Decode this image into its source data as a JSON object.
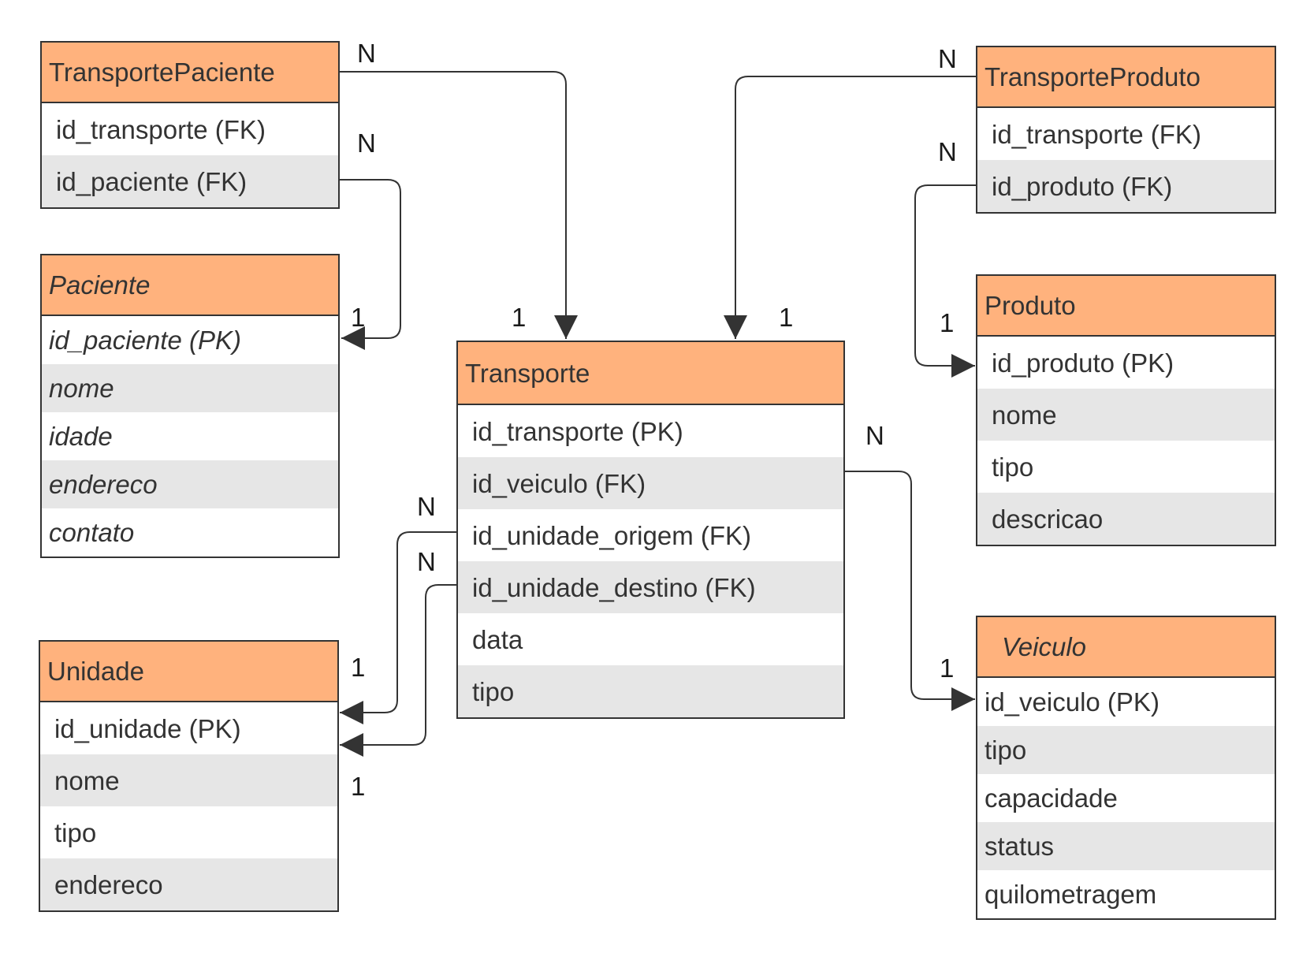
{
  "entities": {
    "transporte_paciente": {
      "name": "TransportePaciente",
      "fields": [
        "id_transporte (FK)",
        "id_paciente (FK)"
      ]
    },
    "paciente": {
      "name": "Paciente",
      "fields": [
        "id_paciente (PK)",
        "nome",
        "idade",
        "endereco",
        "contato"
      ]
    },
    "unidade": {
      "name": "Unidade",
      "fields": [
        "id_unidade (PK)",
        "nome",
        "tipo",
        "endereco"
      ]
    },
    "transporte": {
      "name": "Transporte",
      "fields": [
        "id_transporte (PK)",
        "id_veiculo (FK)",
        "id_unidade_origem (FK)",
        "id_unidade_destino (FK)",
        "data",
        "tipo"
      ]
    },
    "transporte_produto": {
      "name": "TransporteProduto",
      "fields": [
        "id_transporte (FK)",
        "id_produto (FK)"
      ]
    },
    "produto": {
      "name": "Produto",
      "fields": [
        "id_produto (PK)",
        "nome",
        "tipo",
        "descricao"
      ]
    },
    "veiculo": {
      "name": "Veiculo",
      "fields": [
        "id_veiculo (PK)",
        "tipo",
        "capacidade",
        "status",
        "quilometragem"
      ]
    }
  },
  "relationships": [
    {
      "from": "TransportePaciente.id_transporte",
      "to": "Transporte",
      "from_card": "N",
      "to_card": "1"
    },
    {
      "from": "TransportePaciente.id_paciente",
      "to": "Paciente",
      "from_card": "N",
      "to_card": "1"
    },
    {
      "from": "TransporteProduto.id_transporte",
      "to": "Transporte",
      "from_card": "N",
      "to_card": "1"
    },
    {
      "from": "TransporteProduto.id_produto",
      "to": "Produto",
      "from_card": "N",
      "to_card": "1"
    },
    {
      "from": "Transporte.id_veiculo",
      "to": "Veiculo",
      "from_card": "N",
      "to_card": "1"
    },
    {
      "from": "Transporte.id_unidade_origem",
      "to": "Unidade",
      "from_card": "N",
      "to_card": "1"
    },
    {
      "from": "Transporte.id_unidade_destino",
      "to": "Unidade",
      "from_card": "N",
      "to_card": "1"
    }
  ],
  "colors": {
    "header_fill": "#ffb27d",
    "row_shade": "#e6e6e6",
    "border": "#333333"
  }
}
